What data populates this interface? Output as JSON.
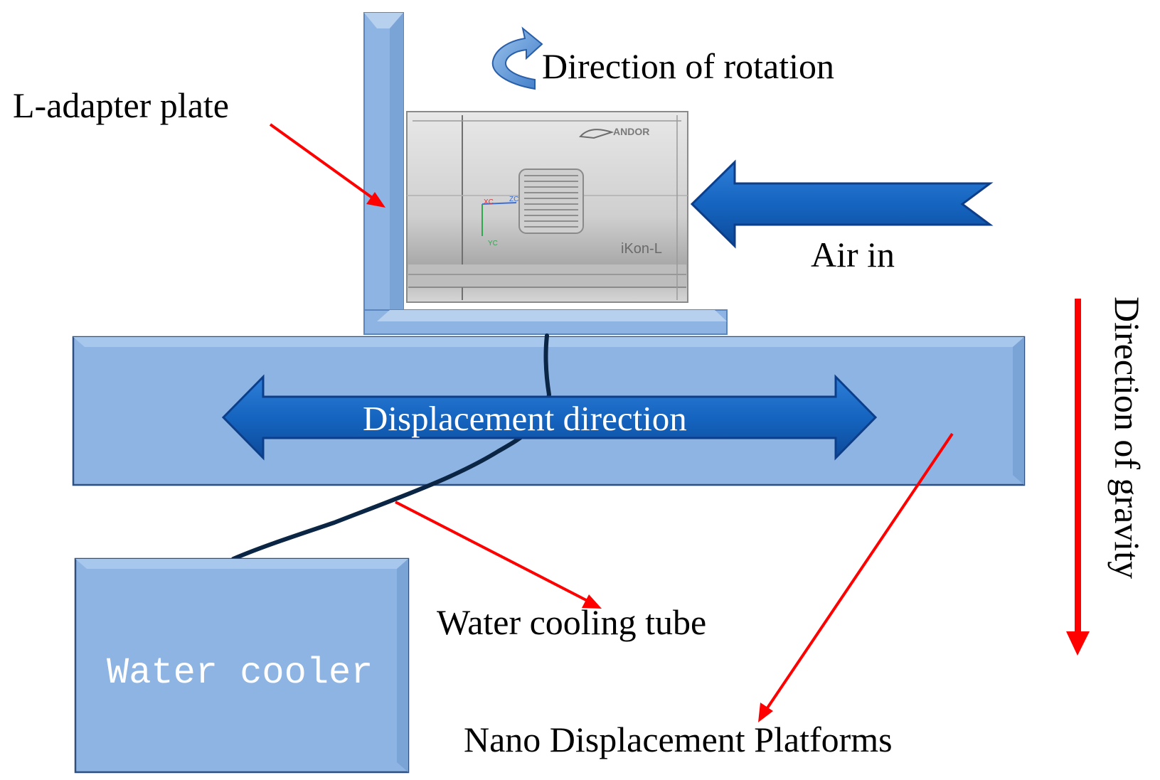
{
  "labels": {
    "l_adapter_plate": "L-adapter plate",
    "direction_of_rotation": "Direction of rotation",
    "air_in": "Air in",
    "direction_of_gravity": "Direction of gravity",
    "displacement_direction": "Displacement direction",
    "water_cooling_tube": "Water cooling tube",
    "water_cooler": "Water cooler",
    "nano_displacement_platforms": "Nano Displacement Platforms"
  },
  "camera": {
    "brand": "ANDOR",
    "model": "iKon-L",
    "axis_x": "XC",
    "axis_y": "YC",
    "axis_z": "ZC"
  },
  "colors": {
    "plate_fill": "#8EB4E3",
    "plate_border": "#2F4F7F",
    "arrow_blue": "#1565C0",
    "arrow_blue_dark": "#0D3E8A",
    "pointer_red": "#FF0000",
    "tube_navy": "#0B2545",
    "camera_gray": "#D4D4D4"
  }
}
